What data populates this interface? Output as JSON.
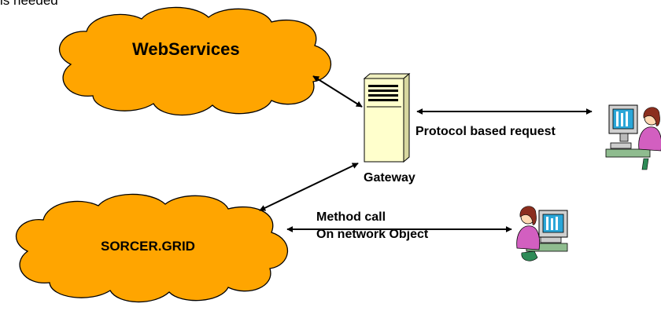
{
  "header": {
    "fragment": "is needed"
  },
  "nodes": {
    "webservices": {
      "label": "WebServices"
    },
    "sorcer_grid": {
      "label": "SORCER.GRID"
    },
    "gateway": {
      "label": "Gateway"
    }
  },
  "edges": {
    "protocol": {
      "label": "Protocol based request"
    },
    "method_call": {
      "line1": "Method call",
      "line2": "On network Object"
    }
  },
  "colors": {
    "cloud_fill": "#FFA500",
    "server_fill": "#FFFFCC",
    "arrow": "#000000"
  },
  "icons": [
    "cloud-shape",
    "server-tower-icon",
    "user-at-computer-icon"
  ]
}
